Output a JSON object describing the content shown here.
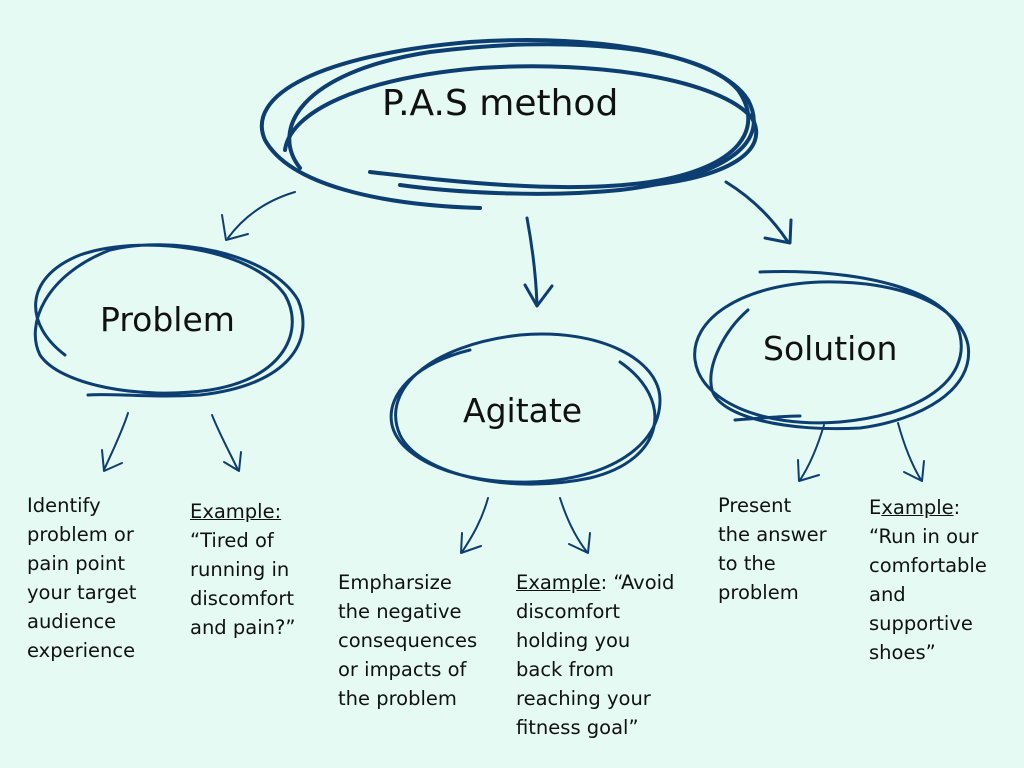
{
  "colors": {
    "background": "#e4faf2",
    "stroke": "#0d3e72",
    "text": "#111111"
  },
  "main": {
    "title": "P.A.S method"
  },
  "problem": {
    "title": "Problem",
    "description": [
      "Identify",
      "problem or",
      "pain point",
      "your target",
      "audience",
      "experience"
    ],
    "example_label": "Example:",
    "example_lines": [
      "“Tired of",
      "running in",
      "discomfort",
      "and pain?”"
    ]
  },
  "agitate": {
    "title": "Agitate",
    "description": [
      "Empharsize",
      "the negative",
      "consequences",
      "or impacts of",
      "the problem"
    ],
    "example_label": "Example",
    "example_first_rest": ": “Avoid",
    "example_lines": [
      "discomfort",
      "holding you",
      "back from",
      "reaching your",
      "fitness goal”"
    ]
  },
  "solution": {
    "title": "Solution",
    "description": [
      "Present",
      "the answer",
      "to the",
      "problem"
    ],
    "example_prefix": "E",
    "example_label": "xample",
    "example_first_rest": ":",
    "example_lines": [
      "“Run in our",
      "comfortable",
      "and",
      "supportive",
      "shoes”"
    ]
  }
}
